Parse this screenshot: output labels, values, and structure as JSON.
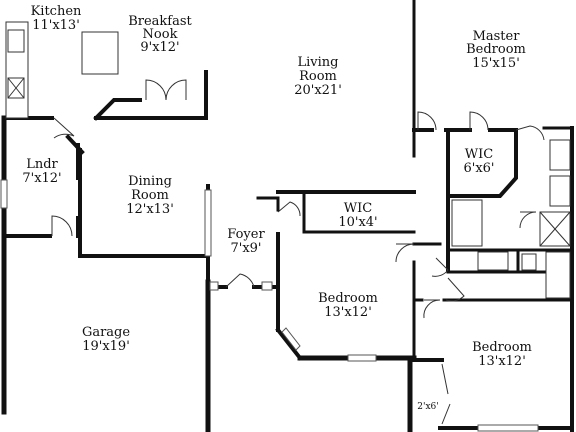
{
  "rooms": {
    "kitchen": {
      "name": "Kitchen",
      "size": "11'x13'"
    },
    "breakfast": {
      "name": "Breakfast\nNook",
      "name_line1": "Breakfast",
      "name_line2": "Nook",
      "size": "9'x12'"
    },
    "living": {
      "name_line1": "Living",
      "name_line2": "Room",
      "size": "20'x21'"
    },
    "master": {
      "name_line1": "Master",
      "name_line2": "Bedroom",
      "size": "15'x15'"
    },
    "laundry": {
      "name": "Lndr",
      "size": "7'x12'"
    },
    "dining": {
      "name_line1": "Dining",
      "name_line2": "Room",
      "size": "12'x13'"
    },
    "wic_master": {
      "name": "WIC",
      "size": "6'x6'"
    },
    "wic_hall": {
      "name": "WIC",
      "size": "10'x4'"
    },
    "foyer": {
      "name": "Foyer",
      "size": "7'x9'"
    },
    "bedroom2": {
      "name": "Bedroom",
      "size": "13'x12'"
    },
    "bedroom3": {
      "name": "Bedroom",
      "size": "13'x12'"
    },
    "garage": {
      "name": "Garage",
      "size": "19'x19'"
    },
    "closet": {
      "size": "2'x6'"
    }
  },
  "colors": {
    "wall": "#111111",
    "fixture": "#333333",
    "background": "#ffffff"
  }
}
